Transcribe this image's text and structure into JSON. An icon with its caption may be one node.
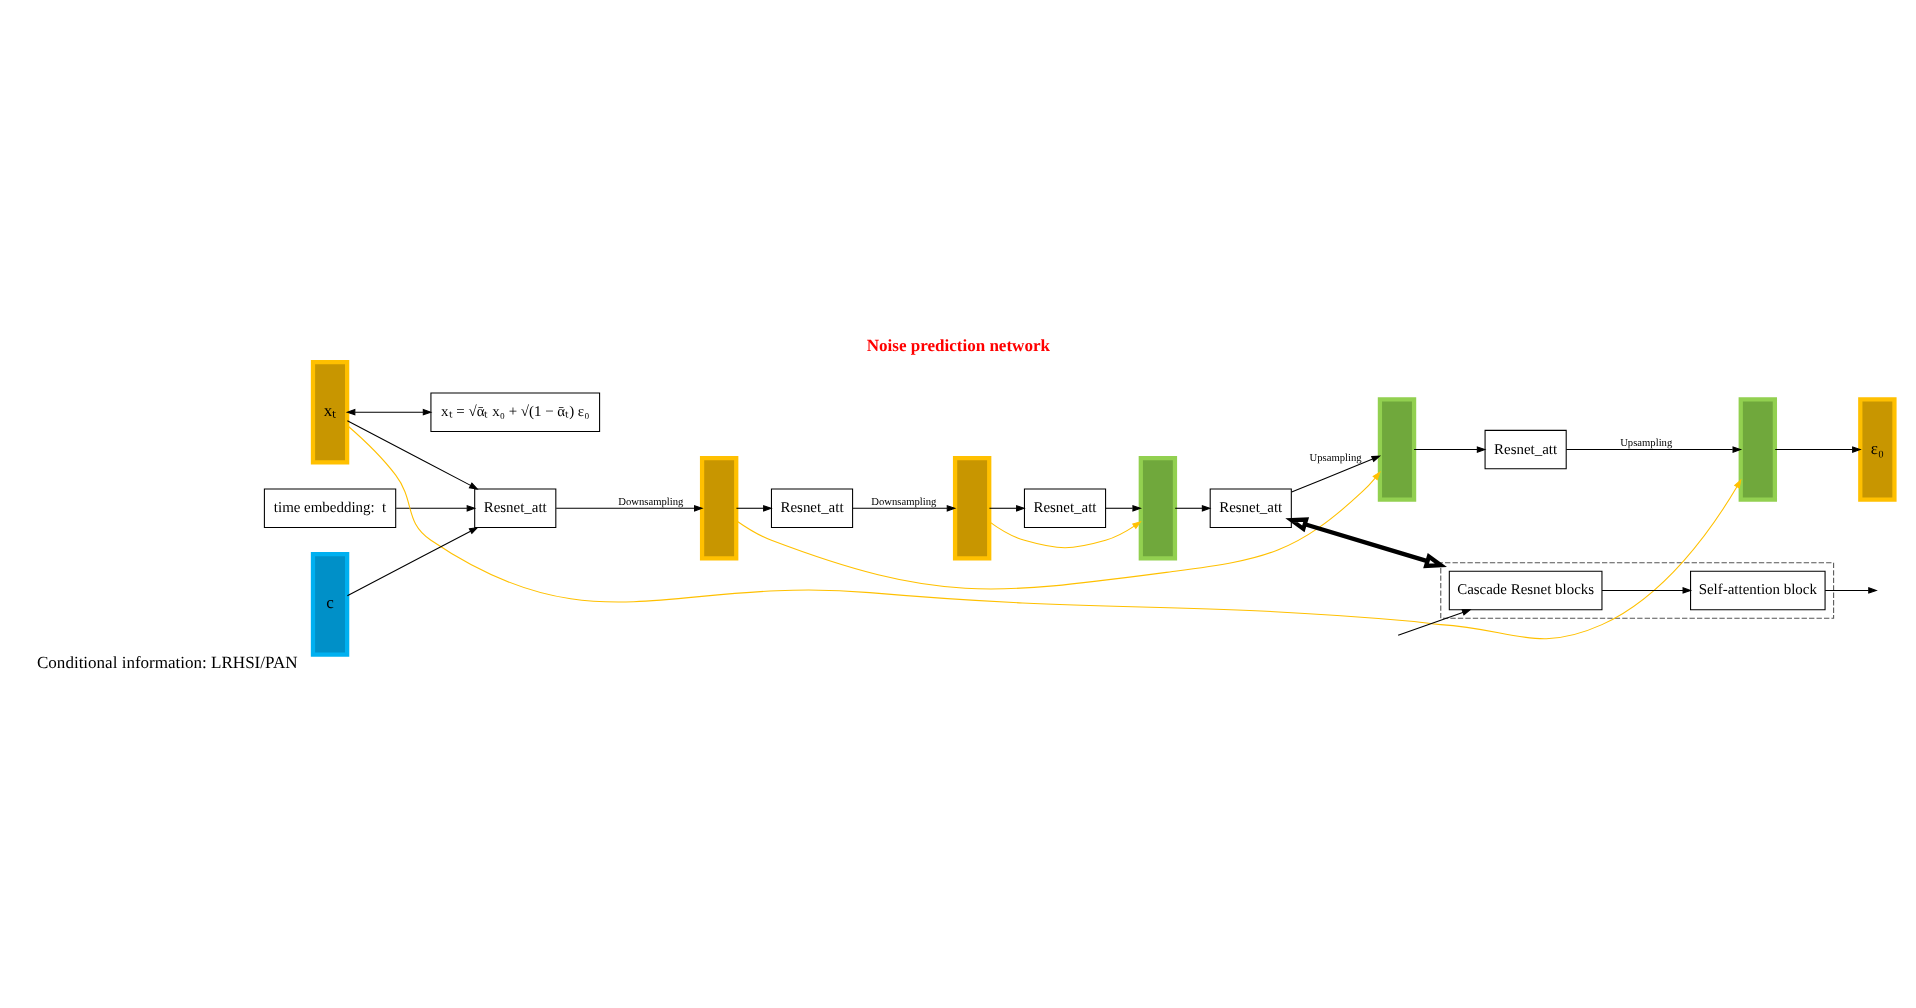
{
  "diagram": {
    "title": "Noise prediction network",
    "nodes": [
      {
        "text": [
          "time embedding:  t"
        ]
      },
      {
        "text": [
          "xₜ"
        ]
      },
      {
        "text": [
          "xₜ = √ᾱₜ x₀ + √(1 − ᾱₜ) ε₀"
        ]
      },
      {
        "text": [
          "c"
        ],
        "beside": [
          "Conditional information: LRHSI/PAN"
        ]
      },
      {
        "text": [
          "Resnet_att"
        ]
      },
      {
        "text": [],
        "shape": "box"
      },
      {
        "text": [
          "Resnet_att"
        ]
      },
      {
        "text": [],
        "shape": "box"
      },
      {
        "text": [
          "Resnet_att"
        ]
      },
      {
        "text": [],
        "shape": "box"
      },
      {
        "text": [
          "Resnet_att"
        ]
      },
      {
        "text": [],
        "shape": "box"
      },
      {
        "text": [
          "Resnet_att"
        ]
      },
      {
        "text": [],
        "shape": "box"
      },
      {
        "text": [
          "ε₀"
        ]
      },
      {
        "text": [],
        "shape": "box"
      },
      {
        "text": [
          "Cascade Resnet blocks"
        ],
        "in": 15
      },
      {
        "text": [
          "Self-attention block"
        ],
        "in": 15
      }
    ],
    "edges": [
      {
        "from": 0,
        "to": 4,
        "arrow": "to"
      },
      {
        "from": 1,
        "to": 4,
        "arrow": "to"
      },
      {
        "from": 3,
        "to": 4,
        "arrow": "to"
      },
      {
        "from": 1,
        "to": 2,
        "arrow": "both"
      },
      {
        "from": 1,
        "to": 13,
        "arrow": "to",
        "color": "#ffc000"
      },
      {
        "from": 4,
        "to": 5,
        "arrow": "to",
        "label": "Downsampling"
      },
      {
        "from": 5,
        "to": 6,
        "arrow": "to"
      },
      {
        "from": 5,
        "to": 11,
        "arrow": "to",
        "color": "#ffc000"
      },
      {
        "from": 6,
        "to": 7,
        "arrow": "to",
        "label": "Downsampling"
      },
      {
        "from": 7,
        "to": 8,
        "arrow": "to"
      },
      {
        "from": 7,
        "to": 9,
        "arrow": "to",
        "color": "#ffc000"
      },
      {
        "from": 8,
        "to": 9,
        "arrow": "to"
      },
      {
        "from": 9,
        "to": 10,
        "arrow": "to"
      },
      {
        "from": 10,
        "to": 11,
        "arrow": "to",
        "label": "Upsampling"
      },
      {
        "from": 11,
        "to": 12,
        "arrow": "to"
      },
      {
        "from": 12,
        "to": 13,
        "arrow": "to",
        "label": "Upsampling"
      },
      {
        "from": 13,
        "to": 14,
        "arrow": "to"
      },
      {
        "from": 10,
        "to": 15,
        "arrow": "both",
        "style": "thick"
      },
      {
        "from": null,
        "to": 16,
        "arrow": "to"
      },
      {
        "from": 16,
        "to": 17,
        "arrow": "to"
      },
      {
        "from": 17,
        "to": null,
        "arrow": "to"
      }
    ]
  }
}
